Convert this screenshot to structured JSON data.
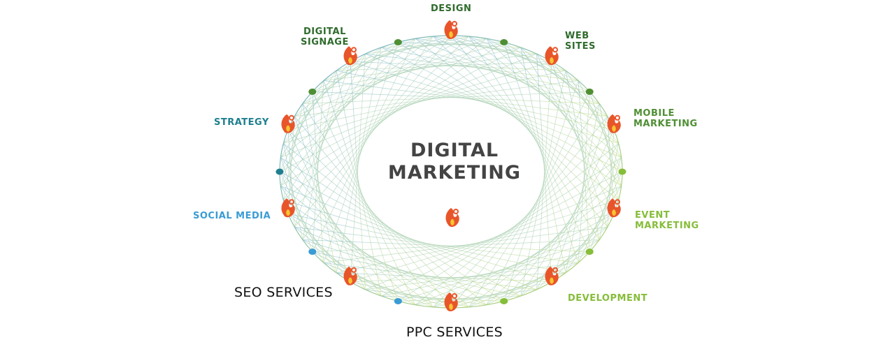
{
  "center_title": {
    "line1": "DIGITAL",
    "line2": "MARKETING"
  },
  "nodes": {
    "design": "DESIGN",
    "web_sites": {
      "line1": "WEB",
      "line2": "SITES"
    },
    "mobile_marketing": {
      "line1": "MOBILE",
      "line2": "MARKETING"
    },
    "event_marketing": {
      "line1": "EVENT",
      "line2": "MARKETING"
    },
    "development": "DEVELOPMENT",
    "ppc_services": "PPC SERVICES",
    "seo_services": "SEO SERVICES",
    "social_media": "SOCIAL MEDIA",
    "strategy": "STRATEGY",
    "digital_signage": {
      "line1": "DIGITAL",
      "line2": "SIGNAGE"
    }
  },
  "colors": {
    "top_green": "#2f6b2c",
    "mid_green": "#4f8f34",
    "light_green": "#86bd3a",
    "teal": "#1f7f8f",
    "blue": "#3b9bd4",
    "flame_outer": "#e8552a",
    "flame_inner": "#f7c531"
  }
}
